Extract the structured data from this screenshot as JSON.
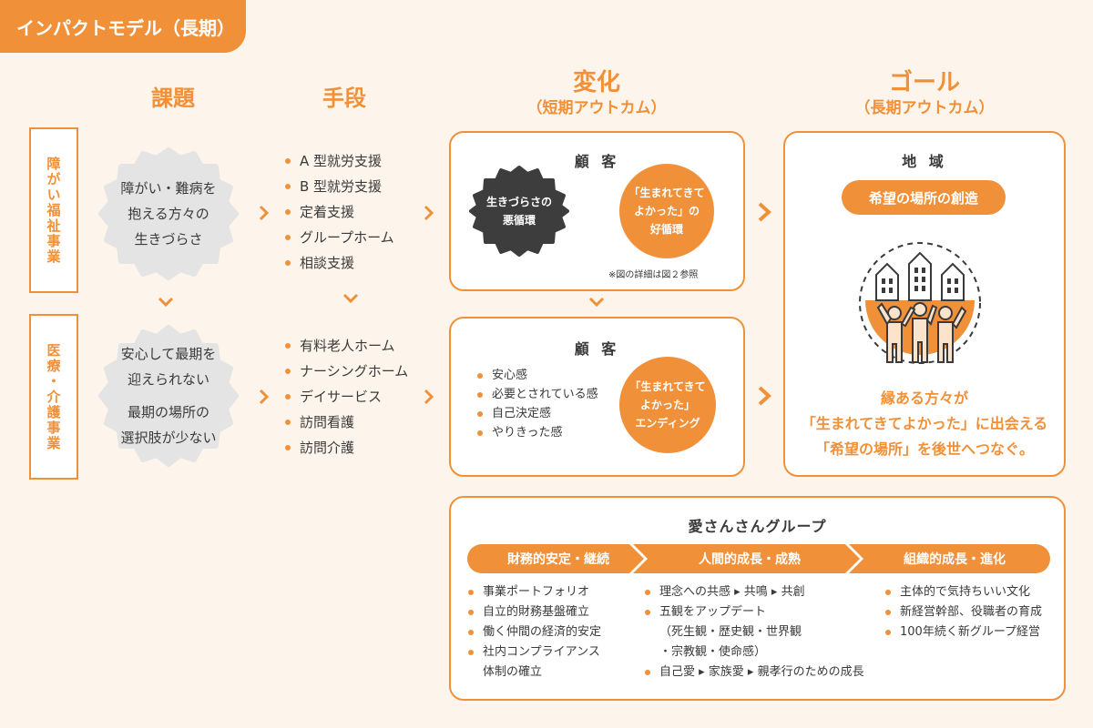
{
  "header": {
    "title": "インパクトモデル（長期）"
  },
  "columns": {
    "issues": "課題",
    "means": "手段",
    "change": "変化",
    "change_sub": "（短期アウトカム）",
    "goal": "ゴール",
    "goal_sub": "（長期アウトカム）"
  },
  "rows": {
    "welfare_label": "障がい福祉事業",
    "medical_label": "医療・介護事業"
  },
  "issues": {
    "welfare": [
      "障がい・難病を",
      "抱える方々の",
      "生きづらさ"
    ],
    "medical_1": [
      "安心して最期を",
      "迎えられない"
    ],
    "medical_2": [
      "最期の場所の",
      "選択肢が少ない"
    ]
  },
  "means": {
    "welfare": [
      "A 型就労支援",
      "B 型就労支援",
      "定着支援",
      "グループホーム",
      "相談支援"
    ],
    "medical": [
      "有料老人ホーム",
      "ナーシングホーム",
      "デイサービス",
      "訪問看護",
      "訪問介護"
    ]
  },
  "change": {
    "box1": {
      "title": "顧 客",
      "dark_circle": [
        "生きづらさの",
        "悪循環"
      ],
      "orange_circle": [
        "「生まれてきて",
        "よかった」の",
        "好循環"
      ],
      "note": "※図の詳細は図２参照"
    },
    "box2": {
      "title": "顧 客",
      "items": [
        "安心感",
        "必要とされている感",
        "自己決定感",
        "やりきった感"
      ],
      "orange_circle": [
        "「生まれてきて",
        "よかった」",
        "エンディング"
      ]
    }
  },
  "goal": {
    "title": "地 域",
    "pill": "希望の場所の創造",
    "text": [
      "縁ある方々が",
      "「生まれてきてよかった」に出会える",
      "「希望の場所」を後世へつなぐ。"
    ]
  },
  "group": {
    "title": "愛さんさんグループ",
    "phases": [
      {
        "label": "財務的安定・継続",
        "items": [
          "事業ポートフォリオ",
          "自立的財務基盤確立",
          "働く仲間の経済的安定",
          "社内コンプライアンス",
          "体制の確立"
        ]
      },
      {
        "label": "人間的成長・成熟",
        "items": [
          "理念への共感 ▸ 共鳴 ▸ 共創",
          "五観をアップデート",
          "（死生観・歴史観・世界観",
          "・宗教観・使命感）",
          "自己愛 ▸ 家族愛 ▸ 親孝行のための成長"
        ]
      },
      {
        "label": "組織的成長・進化",
        "items": [
          "主体的で気持ちいい文化",
          "新経営幹部、役職者の育成",
          "100年続く新グループ経営"
        ]
      }
    ]
  },
  "colors": {
    "accent": "#f0913a",
    "background": "#fdf5ec",
    "dark": "#3a3a3a",
    "blob": "#e4e4e4"
  }
}
